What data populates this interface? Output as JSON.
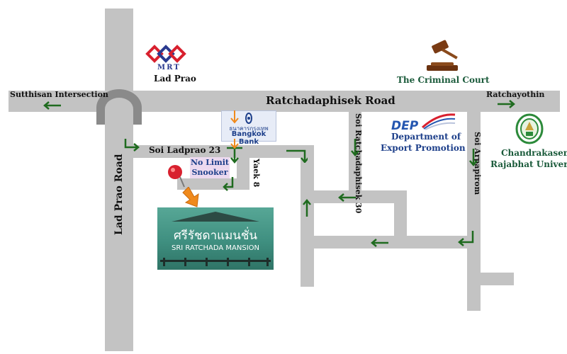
{
  "roads": {
    "ratchadaphisek_road": "Ratchadaphisek Road",
    "lad_prao_road": "Lad Prao Road",
    "soi_ladprao_23": "Soi Ladprao 23",
    "yaek_8": "Yaek 8",
    "soi_ratchadaphisek_30": "Soi Ratchadaphisek 30",
    "soi_arpapirom": "Soi Arpapirom"
  },
  "directions": {
    "sutthisan": "Sutthisan Intersection",
    "ratchayothin": "Ratchayothin"
  },
  "landmarks": {
    "mrt_logo_text": "MRT",
    "mrt_station": "Lad Prao",
    "criminal_court": "The Criminal Court",
    "bank_thai": "ธนาคารกรุงเทพ",
    "bank_name": "Bangkok Bank",
    "snooker_line1": "No Limit",
    "snooker_line2": "Snooker",
    "dep_logo": "DEP",
    "dep_line1": "Department of",
    "dep_line2": "Export Promotion",
    "university_line1": "Chandrakasem",
    "university_line2": "Rajabhat University"
  },
  "destination": {
    "thai_name": "ศรีรัชดาแมนชั่น",
    "english_name": "SRI RATCHADA MANSION"
  },
  "colors": {
    "road": "#c3c3c3",
    "arrow": "#1f6b1f",
    "mansion_sign": "#3f8f80",
    "pin": "#d8202e",
    "pointer": "#f08a1c",
    "bank_blue": "#1d3f8a"
  },
  "icons": [
    "mrt-logo-icon",
    "gavel-icon",
    "bangkok-bank-logo-icon",
    "dep-logo-icon",
    "university-seal-icon",
    "map-pin-icon",
    "pointer-arrow-icon",
    "direction-arrow-icon"
  ]
}
